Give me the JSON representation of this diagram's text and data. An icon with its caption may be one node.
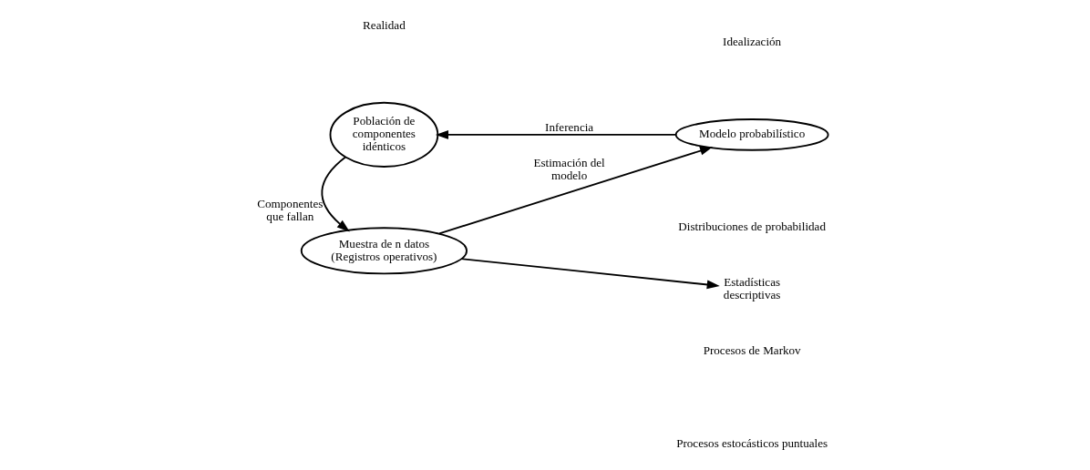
{
  "diagram": {
    "nodes": [
      {
        "text": [
          "Población de componentes idénticos"
        ]
      },
      {
        "text": [
          "Muestra de n datos (Registros operativos)"
        ]
      },
      {
        "text": [
          "Modelo probabilístico"
        ]
      },
      {
        "text": [
          "Estadísticas descriptivas"
        ]
      }
    ],
    "edges": [
      {
        "from": 0,
        "to": 1,
        "label": "Componentes que fallan",
        "arrow": "to"
      },
      {
        "from": 1,
        "to": 2,
        "label": "Estimación del modelo",
        "arrow": "to"
      },
      {
        "from": 2,
        "to": 0,
        "label": "Inferencia",
        "arrow": "to"
      },
      {
        "from": 1,
        "to": 3,
        "arrow": "to"
      }
    ],
    "labels": [
      "Realidad",
      "Idealización",
      "Distribuciones de probabilidad",
      "Procesos de Markov",
      "Procesos estocásticos puntuales"
    ]
  }
}
